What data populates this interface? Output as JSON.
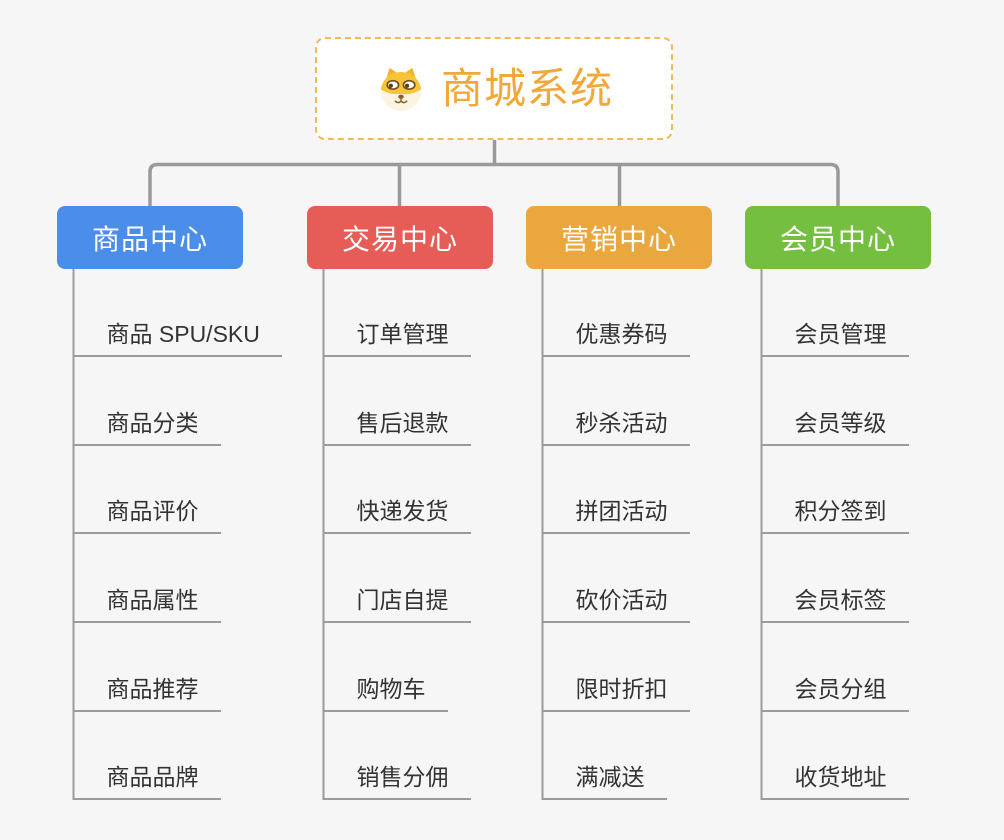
{
  "root": {
    "title": "商城系统",
    "icon": "dog-face"
  },
  "branches": [
    {
      "label": "商品中心",
      "color": "#4a8ee9",
      "children": [
        "商品 SPU/SKU",
        "商品分类",
        "商品评价",
        "商品属性",
        "商品推荐",
        "商品品牌"
      ]
    },
    {
      "label": "交易中心",
      "color": "#e65c56",
      "children": [
        "订单管理",
        "售后退款",
        "快递发货",
        "门店自提",
        "购物车",
        "销售分佣"
      ]
    },
    {
      "label": "营销中心",
      "color": "#e9a73e",
      "children": [
        "优惠券码",
        "秒杀活动",
        "拼团活动",
        "砍价活动",
        "限时折扣",
        "满减送"
      ]
    },
    {
      "label": "会员中心",
      "color": "#74bf40",
      "children": [
        "会员管理",
        "会员等级",
        "积分签到",
        "会员标签",
        "会员分组",
        "收货地址"
      ]
    }
  ],
  "styles": {
    "background": "#f6f6f7",
    "root_text_color": "#f2a838",
    "root_border_color": "#f4b85c",
    "connector_gray": "#9a9a9a",
    "underline_gray": "#9b9b9b",
    "leaf_text_color": "#333333"
  }
}
